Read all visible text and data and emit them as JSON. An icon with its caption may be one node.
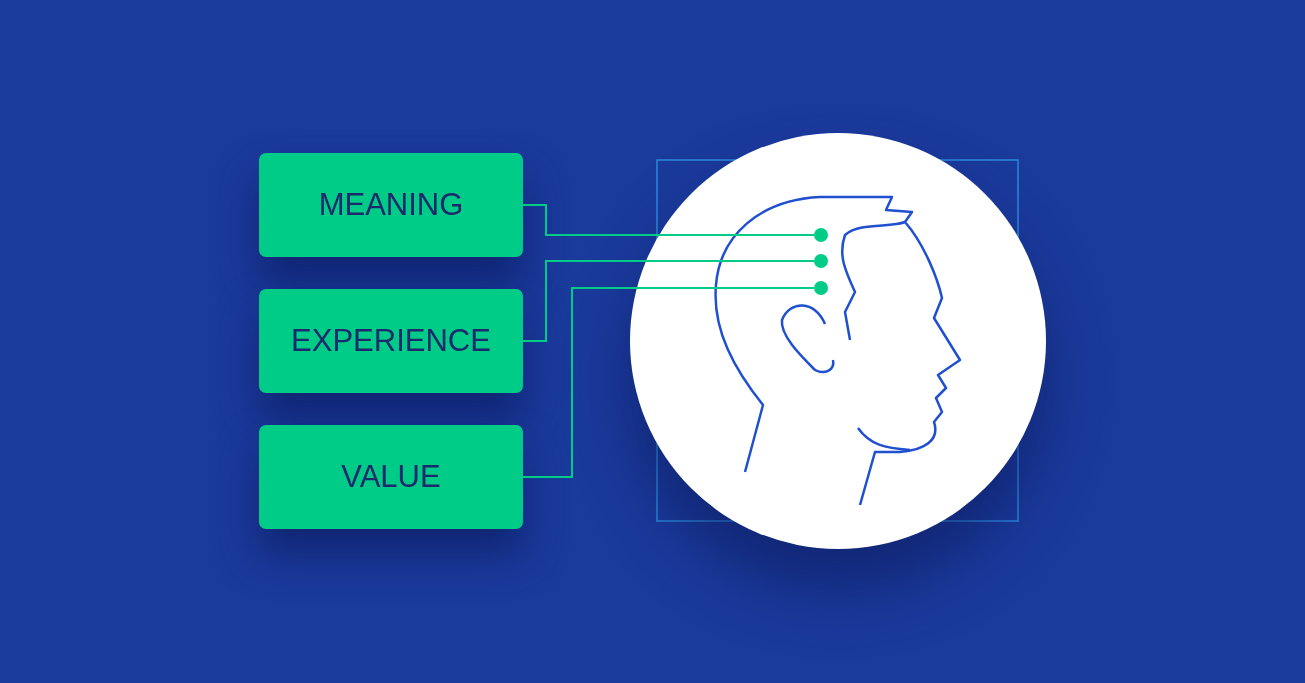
{
  "diagram": {
    "nodes": [
      {
        "text": [
          "MEANING"
        ]
      },
      {
        "text": [
          "EXPERIENCE"
        ]
      },
      {
        "text": [
          "VALUE"
        ]
      },
      {
        "text": [],
        "shape": "picture"
      },
      {
        "text": [],
        "shape": "circle",
        "in": 3
      },
      {
        "text": [],
        "shape": "circle",
        "in": 3
      },
      {
        "text": [],
        "shape": "circle",
        "in": 3
      }
    ],
    "edges": [
      {
        "from": 0,
        "to": 4,
        "arrow": "none"
      },
      {
        "from": 1,
        "to": 5,
        "arrow": "none"
      },
      {
        "from": 2,
        "to": 6,
        "arrow": "none"
      }
    ]
  }
}
